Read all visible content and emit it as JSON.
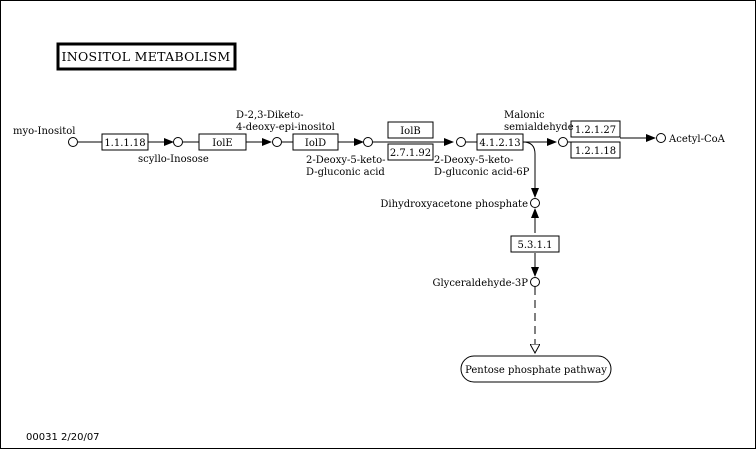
{
  "title": "INOSITOL METABOLISM",
  "footer": "00031  2/20/07",
  "compounds": {
    "myo_inositol": "myo-Inositol",
    "scyllo_inosose": "scyllo-Inosose",
    "diketo_line1": "D-2,3-Diketo-",
    "diketo_line2": "4-deoxy-epi-inositol",
    "deoxy_keto_gluconic_line1": "2-Deoxy-5-keto-",
    "deoxy_keto_gluconic_line2": "D-gluconic acid",
    "deoxy_keto_gluconic6p_line1": "2-Deoxy-5-keto-",
    "deoxy_keto_gluconic6p_line2": "D-gluconic acid-6P",
    "malonic_line1": "Malonic",
    "malonic_line2": "semialdehyde",
    "acetyl_coa": "Acetyl-CoA",
    "dhap": "Dihydroxyacetone phosphate",
    "g3p": "Glyceraldehyde-3P"
  },
  "enzymes": {
    "e1": "1.1.1.18",
    "e2": "IolE",
    "e3": "IolD",
    "e4": "IolB",
    "e5": "2.7.1.92",
    "e6": "4.1.2.13",
    "e7": "1.2.1.27",
    "e8": "1.2.1.18",
    "e9": "5.3.1.1"
  },
  "pathway_link": "Pentose phosphate pathway"
}
